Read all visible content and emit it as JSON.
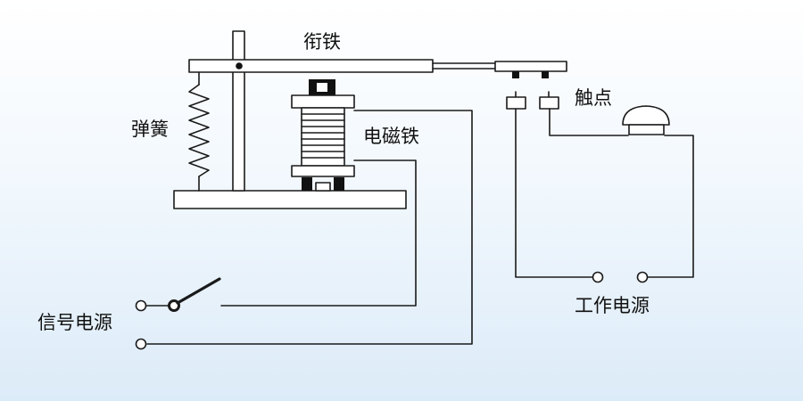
{
  "diagram": {
    "labels": {
      "armature": "衔铁",
      "spring": "弹簧",
      "electromagnet": "电磁铁",
      "contacts": "触点",
      "signal_power": "信号电源",
      "work_power": "工作电源"
    },
    "colors": {
      "stroke": "#1a1a1a",
      "fill": "#ffffff",
      "dark": "#111111",
      "background_top": "#ffffff",
      "background_bottom": "#dcebf8"
    }
  }
}
